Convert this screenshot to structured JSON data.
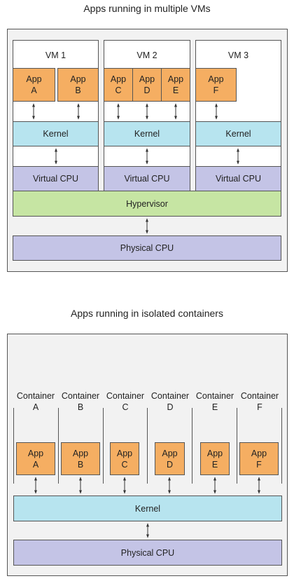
{
  "top": {
    "title": "Apps running in multiple VMs",
    "vms": [
      {
        "label": "VM 1",
        "apps": [
          [
            "App",
            "A"
          ],
          [
            "App",
            "B"
          ]
        ]
      },
      {
        "label": "VM 2",
        "apps": [
          [
            "App",
            "C"
          ],
          [
            "App",
            "D"
          ],
          [
            "App",
            "E"
          ]
        ]
      },
      {
        "label": "VM 3",
        "apps": [
          [
            "App",
            "F"
          ]
        ]
      }
    ],
    "kernel_label": "Kernel",
    "vcpu_label": "Virtual CPU",
    "hypervisor_label": "Hypervisor",
    "physical_cpu_label": "Physical CPU"
  },
  "bottom": {
    "title": "Apps running in isolated containers",
    "containers": [
      {
        "label": [
          "Container",
          "A"
        ],
        "app": [
          "App",
          "A"
        ]
      },
      {
        "label": [
          "Container",
          "B"
        ],
        "app": [
          "App",
          "B"
        ]
      },
      {
        "label": [
          "Container",
          "C"
        ],
        "app": [
          "App",
          "C"
        ]
      },
      {
        "label": [
          "Container",
          "D"
        ],
        "app": [
          "App",
          "D"
        ]
      },
      {
        "label": [
          "Container",
          "E"
        ],
        "app": [
          "App",
          "E"
        ]
      },
      {
        "label": [
          "Container",
          "F"
        ],
        "app": [
          "App",
          "F"
        ]
      }
    ],
    "kernel_label": "Kernel",
    "physical_cpu_label": "Physical CPU"
  },
  "colors": {
    "app": "#f5ae62",
    "kernel": "#b7e4ef",
    "cpu": "#c4c4e6",
    "hypervisor": "#c6e5a3",
    "frame": "#f2f2f2",
    "border": "#555555"
  }
}
